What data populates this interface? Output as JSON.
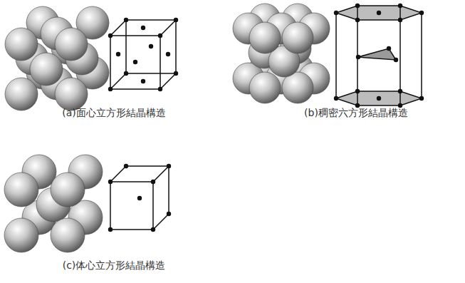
{
  "diagram": {
    "labels": [
      "(a)面心立方形結晶構造",
      "(b)稠密六方形結晶構造",
      "(c)体心立方形結晶構造"
    ]
  }
}
